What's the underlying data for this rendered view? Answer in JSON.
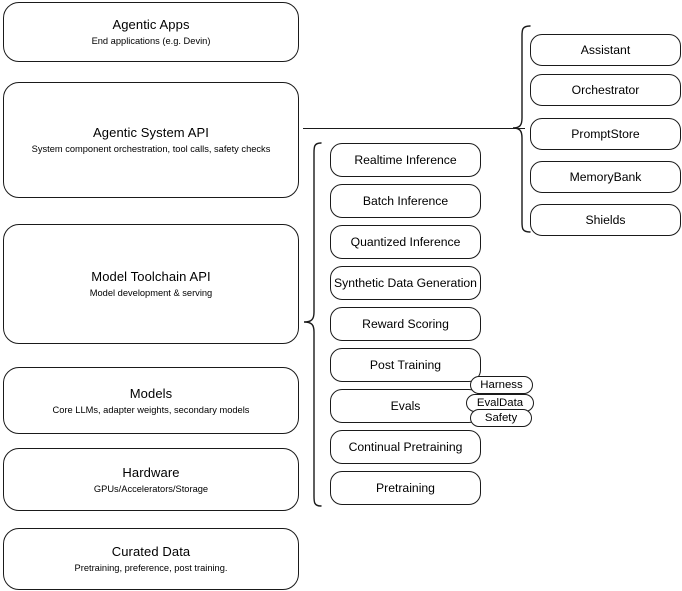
{
  "diagram": {
    "title": "AI stack layer diagram",
    "stroke_color": "#1a1a1a",
    "background_color": "#ffffff"
  },
  "layers": [
    {
      "name": "agentic-apps",
      "title": "Agentic Apps",
      "subtitle": "End applications (e.g. Devin)"
    },
    {
      "name": "agentic-system-api",
      "title": "Agentic System API",
      "subtitle": "System component orchestration, tool calls, safety checks"
    },
    {
      "name": "model-toolchain-api",
      "title": "Model Toolchain API",
      "subtitle": "Model development & serving"
    },
    {
      "name": "models",
      "title": "Models",
      "subtitle": "Core LLMs, adapter weights, secondary models"
    },
    {
      "name": "hardware",
      "title": "Hardware",
      "subtitle": "GPUs/Accelerators/Storage"
    },
    {
      "name": "curated-data",
      "title": "Curated Data",
      "subtitle": "Pretraining, preference, post training."
    }
  ],
  "toolchain_capabilities": [
    {
      "name": "realtime-inference",
      "label": "Realtime Inference"
    },
    {
      "name": "batch-inference",
      "label": "Batch Inference"
    },
    {
      "name": "quantized-inference",
      "label": "Quantized Inference"
    },
    {
      "name": "synthetic-data-generation",
      "label": "Synthetic Data Generation"
    },
    {
      "name": "reward-scoring",
      "label": "Reward Scoring"
    },
    {
      "name": "post-training",
      "label": "Post Training"
    },
    {
      "name": "evals",
      "label": "Evals"
    },
    {
      "name": "continual-pretraining",
      "label": "Continual Pretraining"
    },
    {
      "name": "pretraining",
      "label": "Pretraining"
    }
  ],
  "evals_tags": [
    {
      "name": "harness",
      "label": "Harness"
    },
    {
      "name": "evaldata",
      "label": "EvalData"
    },
    {
      "name": "safety",
      "label": "Safety"
    }
  ],
  "system_components": [
    {
      "name": "assistant",
      "label": "Assistant"
    },
    {
      "name": "orchestrator",
      "label": "Orchestrator"
    },
    {
      "name": "promptstore",
      "label": "PromptStore"
    },
    {
      "name": "memorybank",
      "label": "MemoryBank"
    },
    {
      "name": "shields",
      "label": "Shields"
    }
  ]
}
